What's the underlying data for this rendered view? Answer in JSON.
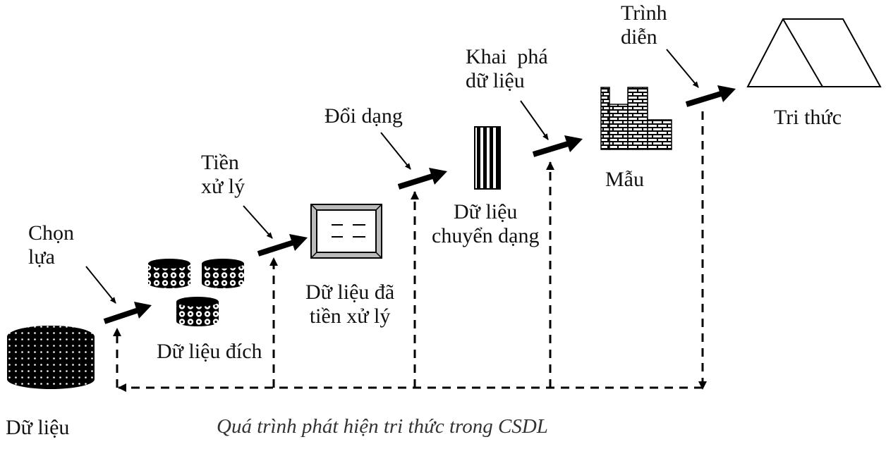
{
  "title": "Quá trình phát hiện tri thức trong CSDL",
  "steps": {
    "chon_lua": [
      "Chọn",
      "lựa"
    ],
    "tien_xu_ly": [
      "Tiền",
      "xử lý"
    ],
    "doi_dang": [
      "Đổi dạng"
    ],
    "khai_pha": [
      "Khai  phá",
      "dữ liệu"
    ],
    "trinh_dien": [
      "Trình",
      "diễn"
    ]
  },
  "stages": {
    "du_lieu": "Dữ liệu",
    "du_lieu_dich": "Dữ liệu đích",
    "da_tien_xu_ly": [
      "Dữ liệu đã",
      "tiền xử lý"
    ],
    "chuyen_dang": [
      "Dữ liệu",
      "chuyển dạng"
    ],
    "mau": "Mẫu",
    "tri_thuc": "Tri thức"
  },
  "colors": {
    "ink": "#000000",
    "background": "#ffffff"
  }
}
